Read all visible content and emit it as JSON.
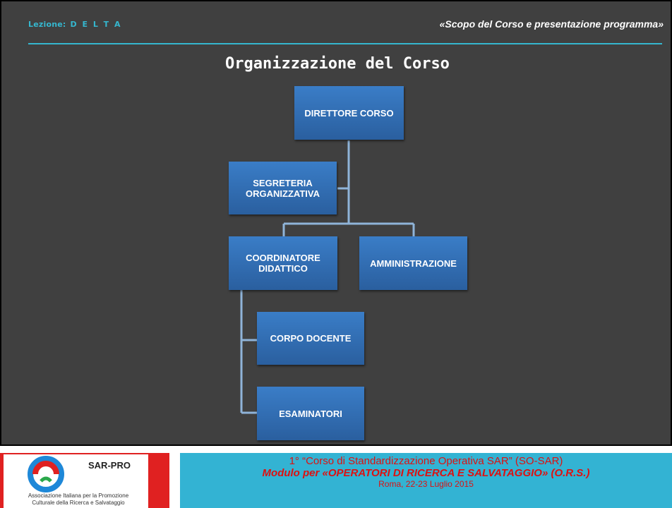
{
  "header": {
    "lesson_label": "Lezione:",
    "lesson_value": "D E L T A",
    "subtitle": "«Scopo del Corso e presentazione programma»"
  },
  "title": "Organizzazione del Corso",
  "org_chart": {
    "director": "DIRETTORE CORSO",
    "secretariat_line1": "SEGRETERIA",
    "secretariat_line2": "ORGANIZZATIVA",
    "coordinator_line1": "COORDINATORE",
    "coordinator_line2": "DIDATTICO",
    "administration": "AMMINISTRAZIONE",
    "teaching_staff": "CORPO DOCENTE",
    "examiners": "ESAMINATORI"
  },
  "logo": {
    "name": "SAR-PRO",
    "caption_line1": "Associazione Italiana per la Promozione",
    "caption_line2": "Culturale della Ricerca e Salvataggio"
  },
  "footer": {
    "line1": "1° “Corso di Standardizzazione Operativa SAR” (SO-SAR)",
    "line2": "Modulo per «OPERATORI DI RICERCA E SALVATAGGIO» (O.R.S.)",
    "line3": "Roma, 22-23 Luglio 2015"
  },
  "colors": {
    "background": "#404040",
    "accent": "#35b7cf",
    "box": "#2f6db5",
    "footer_text": "#dd1111"
  }
}
